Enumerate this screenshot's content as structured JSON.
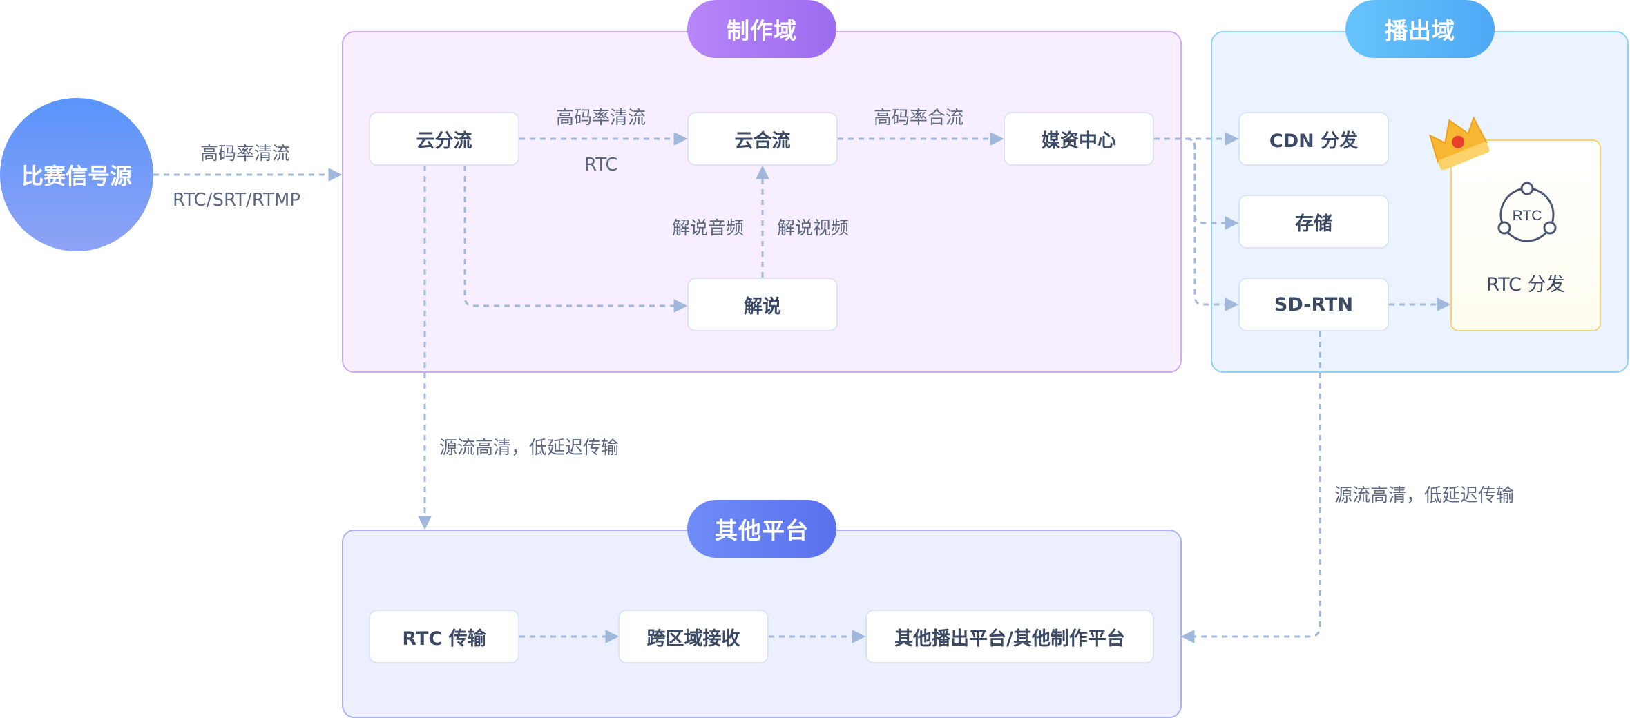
{
  "panels": {
    "production": "制作域",
    "playout": "播出域",
    "other": "其他平台"
  },
  "source": {
    "label": "比赛信号源"
  },
  "nodes": {
    "cloud_split": "云分流",
    "cloud_merge": "云合流",
    "media_center": "媒资中心",
    "commentary": "解说",
    "cdn": "CDN 分发",
    "storage": "存储",
    "sd_rtn": "SD-RTN",
    "rtc_distribution": "RTC 分发",
    "rtc_transfer": "RTC 传输",
    "cross_region": "跨区域接收",
    "other_platforms": "其他播出平台/其他制作平台"
  },
  "labels": {
    "source_top": "高码率清流",
    "source_bottom": "RTC/SRT/RTMP",
    "split_to_merge_top": "高码率清流",
    "split_to_merge_bottom": "RTC",
    "merge_to_media": "高码率合流",
    "commentary_audio": "解说音频",
    "commentary_video": "解说视频",
    "down_left": "源流高清，低延迟传输",
    "down_right": "源流高清，低延迟传输"
  },
  "rtc_icon_text": "RTC",
  "colors": {
    "arrow": "#9fb8dc",
    "prod_border": "#cfa9f4",
    "play_border": "#8fd3f6",
    "other_border": "#a9b4ef"
  }
}
